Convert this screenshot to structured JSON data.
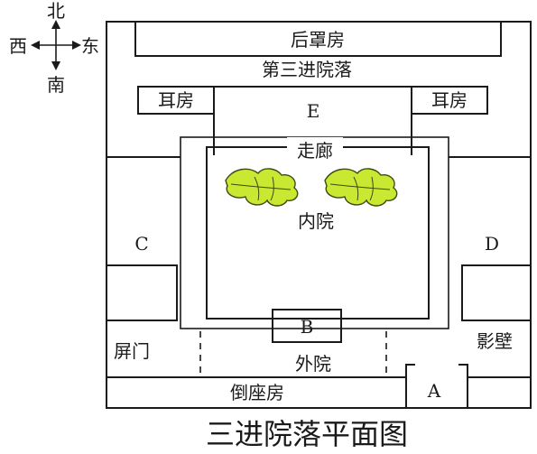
{
  "compass": {
    "north": "北",
    "south": "南",
    "east": "东",
    "west": "西"
  },
  "rooms": {
    "rear_row": "后罩房",
    "third_courtyard": "第三进院落",
    "ear_left": "耳房",
    "ear_right": "耳房",
    "e": "E",
    "corridor": "走廊",
    "inner_court": "内院",
    "c": "C",
    "d": "D",
    "b": "B",
    "screen_door": "屏门",
    "spirit_wall": "影壁",
    "outer_court": "外院",
    "front_row": "倒座房",
    "a": "A"
  },
  "caption": "三进院落平面图"
}
